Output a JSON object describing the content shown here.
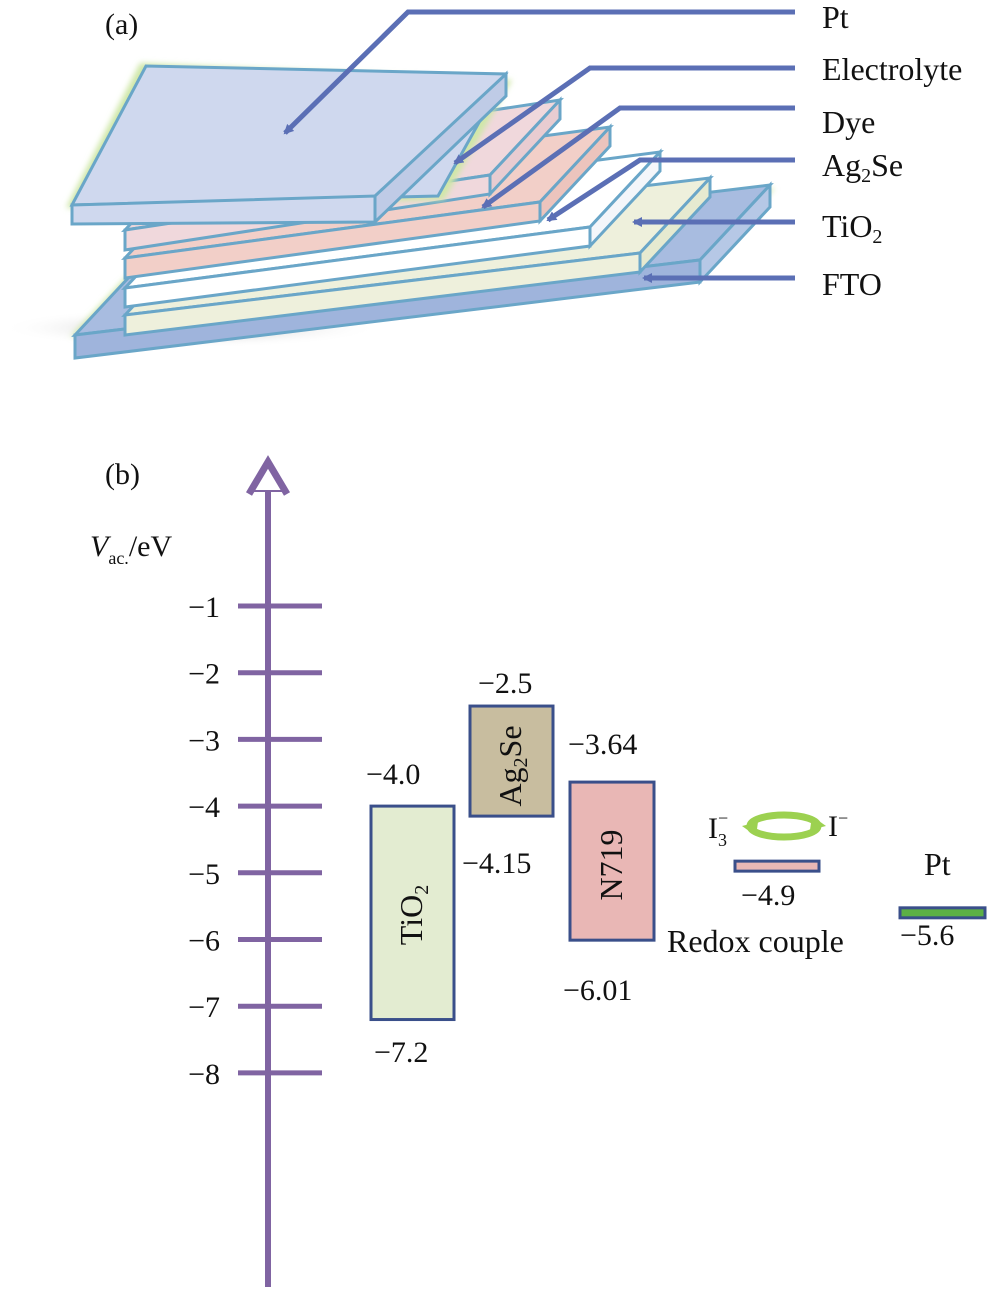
{
  "panel_a": {
    "label": "(a)",
    "layers": [
      {
        "text": "Pt",
        "sub": ""
      },
      {
        "text": "Electrolyte",
        "sub": ""
      },
      {
        "text": "Dye",
        "sub": ""
      },
      {
        "text": "Ag",
        "sub": "2",
        "after": "Se"
      },
      {
        "text": "TiO",
        "sub": "2",
        "after": ""
      },
      {
        "text": "FTO",
        "sub": ""
      }
    ],
    "colors": {
      "arrow": "#5b6fb5",
      "pt_top": "#cfd8ee",
      "electrolyte": "#f0d8dc",
      "dye": "#f2cfc8",
      "ag2se": "#ffffff",
      "tio2": "#eef0dc",
      "fto": "#a8bce0",
      "edge": "#6aa6c8",
      "glow": "#cfe7a8"
    }
  },
  "panel_b": {
    "label": "(b)",
    "axis_label_main": "V",
    "axis_label_sub": "ac.",
    "axis_label_unit": "/eV",
    "ticks": [
      "−1",
      "−2",
      "−3",
      "−4",
      "−5",
      "−6",
      "−7",
      "−8"
    ],
    "tio2": {
      "name_main": "TiO",
      "name_sub": "2",
      "top": "−4.0",
      "bottom": "−7.2"
    },
    "ag2se": {
      "name_main": "Ag",
      "name_sub": "2",
      "name_after": "Se",
      "top": "−2.5",
      "bottom": "−4.15"
    },
    "n719": {
      "name": "N719",
      "top": "−3.64",
      "bottom": "−6.01"
    },
    "redox": {
      "i3_main": "I",
      "i3_sub": "3",
      "i3_sup": "−",
      "i_main": "I",
      "i_sup": "−",
      "value": "−4.9",
      "label": "Redox couple"
    },
    "pt": {
      "name": "Pt",
      "value": "−5.6"
    },
    "colors": {
      "axis": "#8064a2",
      "box_edge": "#3a4f8a",
      "tio2_fill": "#e3ecd1",
      "ag2se_fill": "#c8bd9f",
      "n719_fill": "#e9b7b5",
      "redox_fill": "#e9b7b5",
      "pt_fill": "#5cb046",
      "cycle": "#9cd150"
    }
  }
}
